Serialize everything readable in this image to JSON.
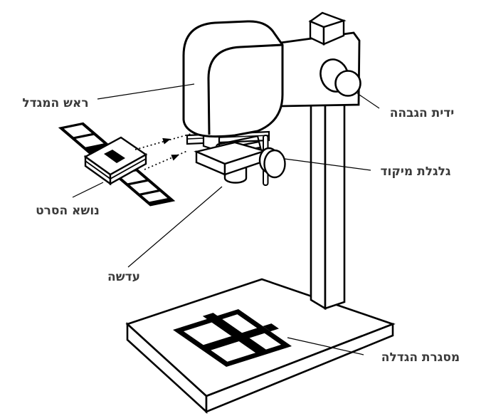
{
  "diagram": {
    "description": "Schematic line drawing of a darkroom photographic enlarger with labeled parts (Hebrew)",
    "labels": {
      "head": "ראש המגדל",
      "lift_handle": "ידית הגבהה",
      "focus_wheel": "גלגלת מיקוד",
      "film_carrier": "נושא הסרט",
      "lens": "עדשה",
      "easel": "מסגרת הגדלה"
    },
    "colors": {
      "line": "#000000",
      "label_text": "#3a3a3a",
      "background": "#ffffff",
      "easel_frame": "#000000"
    }
  }
}
